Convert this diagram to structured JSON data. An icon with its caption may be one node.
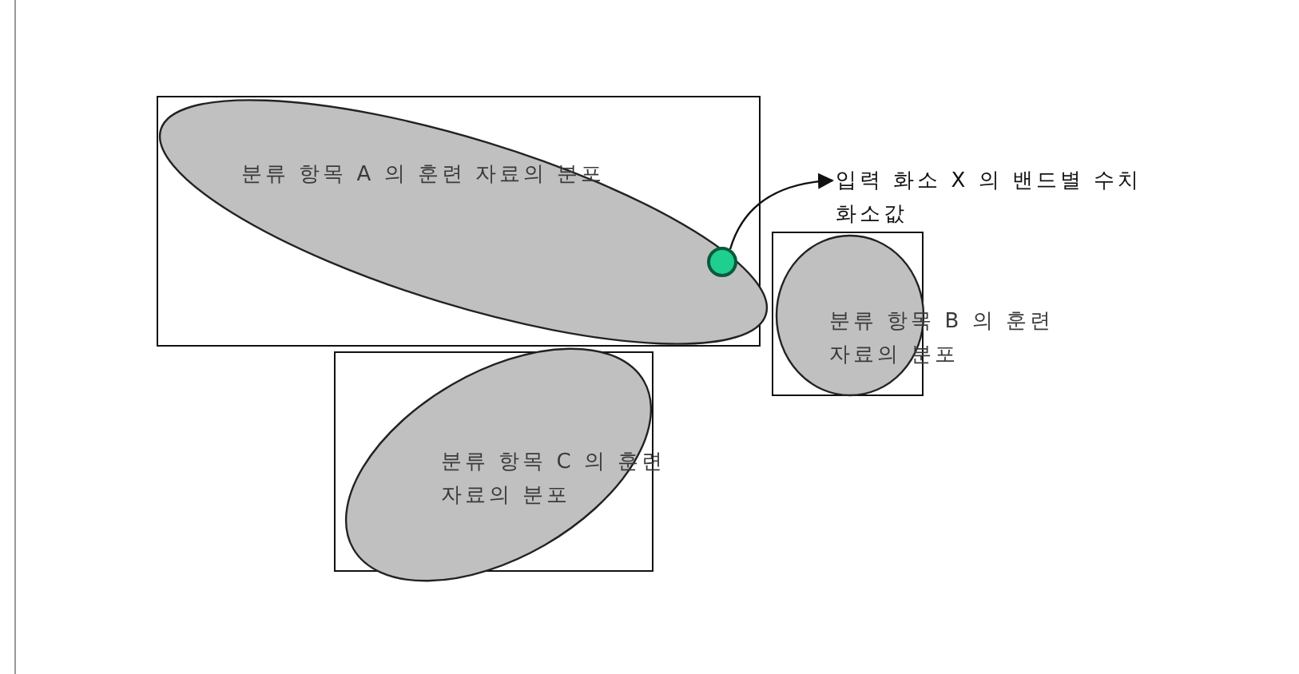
{
  "diagram": {
    "nodes": [
      {
        "text": [],
        "shape": "box"
      },
      {
        "text": [
          "분류 항목 A 의 훈련 자료의 분포"
        ],
        "in": 0
      },
      {
        "text": [],
        "shape": "circle",
        "in": 1
      },
      {
        "text": [
          "입력 화소 X 의 밴드별 수치 화소값"
        ]
      },
      {
        "text": [],
        "shape": "box"
      },
      {
        "text": [
          "분류 항목 B 의 훈련 자료의 분포"
        ],
        "in": 4
      },
      {
        "text": [],
        "shape": "box"
      },
      {
        "text": [
          "분류 항목 C 의 훈련 자료의 분포"
        ],
        "in": 6
      }
    ],
    "edges": [
      {
        "from": 2,
        "to": 3,
        "arrow": "to"
      }
    ]
  }
}
